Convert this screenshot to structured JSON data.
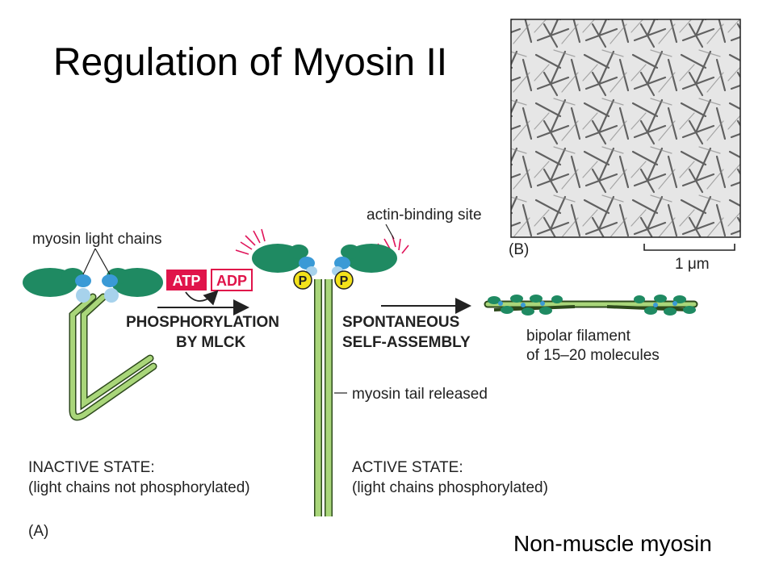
{
  "title": "Regulation of Myosin II",
  "footer": "Non-muscle myosin",
  "micrograph": {
    "panel_label": "(B)",
    "scale_bar_label": "1 μm"
  },
  "diagram": {
    "panel_label": "(A)",
    "labels": {
      "light_chains": "myosin light chains",
      "actin_site": "actin-binding site",
      "atp": "ATP",
      "adp": "ADP",
      "phosphorylation_1": "PHOSPHORYLATION",
      "phosphorylation_2": "BY MLCK",
      "phosphate": "P",
      "assembly_1": "SPONTANEOUS",
      "assembly_2": "SELF-ASSEMBLY",
      "filament_1": "bipolar filament",
      "filament_2": "of 15–20 molecules",
      "tail": "myosin tail released",
      "inactive_1": "INACTIVE STATE:",
      "inactive_2": "(light chains not phosphorylated)",
      "active_1": "ACTIVE STATE:",
      "active_2": "(light chains phosphorylated)"
    }
  },
  "colors": {
    "head": "#1f8a62",
    "light_chain": "#3a9ad6",
    "light_chain_pale": "#a7d2ec",
    "tail": "#a9d67a",
    "atp": "#e0144a",
    "phosphate": "#f3e21a",
    "glow": "#e0145a"
  }
}
